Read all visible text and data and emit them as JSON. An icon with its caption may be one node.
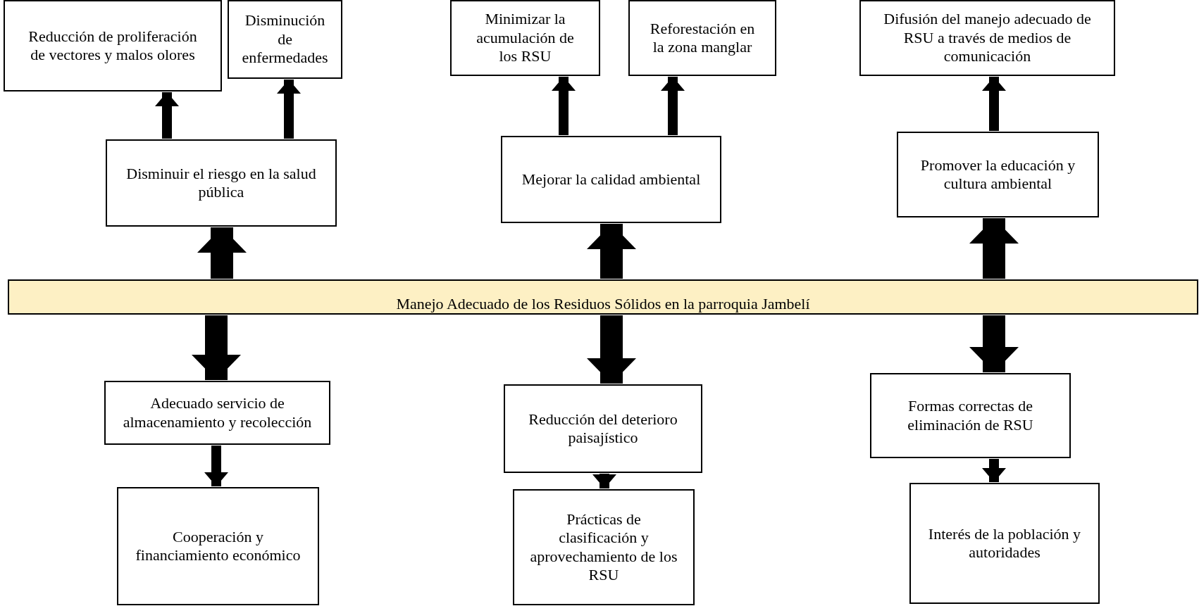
{
  "diagram": {
    "nodes": [
      {
        "text": [
          "Reducción de proliferación de vectores y malos olores"
        ]
      },
      {
        "text": [
          "Disminución de enfermedades"
        ]
      },
      {
        "text": [
          "Minimizar la acumulación de los RSU"
        ]
      },
      {
        "text": [
          "Reforestación en la zona manglar"
        ]
      },
      {
        "text": [
          "Difusión del manejo adecuado de RSU a través de medios de comunicación"
        ]
      },
      {
        "text": [
          "Disminuir el riesgo en la salud pública"
        ]
      },
      {
        "text": [
          "Mejorar la calidad ambiental"
        ]
      },
      {
        "text": [
          "Promover la educación y cultura ambiental"
        ]
      },
      {
        "text": [
          "Manejo Adecuado de los Residuos Sólidos en la parroquia Jambelí"
        ]
      },
      {
        "text": [
          "Adecuado servicio de almacenamiento y recolección"
        ]
      },
      {
        "text": [
          "Reducción del deterioro paisajístico"
        ]
      },
      {
        "text": [
          "Formas correctas de eliminación de RSU"
        ]
      },
      {
        "text": [
          "Cooperación y financiamiento económico"
        ]
      },
      {
        "text": [
          "Prácticas de clasificación y aprovechamiento de los RSU"
        ]
      },
      {
        "text": [
          "Interés de la población y autoridades"
        ]
      }
    ],
    "edges": [
      {
        "from": 5,
        "to": 0,
        "arrow": "to"
      },
      {
        "from": 5,
        "to": 1,
        "arrow": "to"
      },
      {
        "from": 6,
        "to": 2,
        "arrow": "to"
      },
      {
        "from": 6,
        "to": 3,
        "arrow": "to"
      },
      {
        "from": 7,
        "to": 4,
        "arrow": "to"
      },
      {
        "from": 8,
        "to": 5,
        "arrow": "to",
        "style": "thick"
      },
      {
        "from": 8,
        "to": 6,
        "arrow": "to",
        "style": "thick"
      },
      {
        "from": 8,
        "to": 7,
        "arrow": "to",
        "style": "thick"
      },
      {
        "from": 8,
        "to": 9,
        "arrow": "to",
        "style": "thick"
      },
      {
        "from": 8,
        "to": 10,
        "arrow": "to",
        "style": "thick"
      },
      {
        "from": 8,
        "to": 11,
        "arrow": "to",
        "style": "thick"
      },
      {
        "from": 9,
        "to": 12,
        "arrow": "to"
      },
      {
        "from": 10,
        "to": 13,
        "arrow": "to"
      },
      {
        "from": 11,
        "to": 14,
        "arrow": "to"
      }
    ]
  }
}
